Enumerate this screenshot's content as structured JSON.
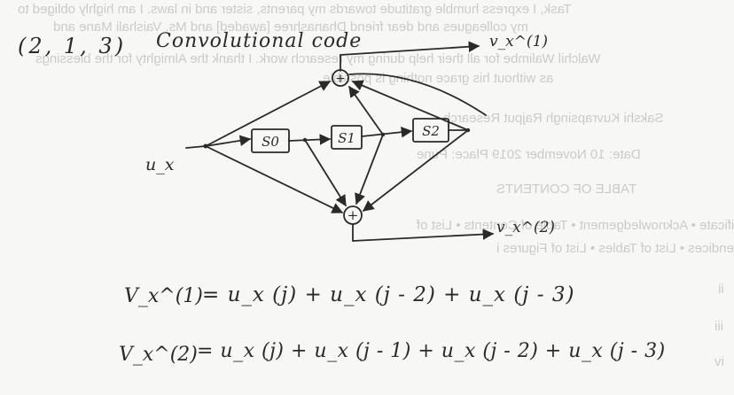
{
  "heading": {
    "code_params": "(2, 1, 3)",
    "code_name": "Convolutional code"
  },
  "diagram": {
    "input_label": "u_x",
    "registers": [
      "S0",
      "S1",
      "S2"
    ],
    "output_1_label": "v_x^(1)",
    "output_2_label": "v_x^(2)",
    "adder_symbol": "+"
  },
  "equations": [
    {
      "lhs": "V_x^(1)",
      "rhs": "= u_x (j) + u_x (j - 2) + u_x (j - 3)"
    },
    {
      "lhs": "V_x^(2)",
      "rhs": "= u_x (j) + u_x (j - 1) + u_x (j - 2) + u_x (j - 3)"
    }
  ],
  "bleed_through": [
    "Task, I express humble gratitude towards my parents, sister and in laws. I am highly obliged to",
    "my colleagues and dear friend Dhanashree [awaded] and Ms. Vaishali Mane and",
    "Walchil Walimbe for all their help during my research work. I thank the Almighty for the blessings",
    "as without his grace nothing is possible.",
    "Sakshi Kuvrapsingh Rajput Research",
    "Date: 10 November 2019 Place: Pune",
    "TABLE OF CONTENTS",
    "Item Page No. • Declaration • Certificate • Acknowledgement • Table of Contents • List of",
    "Appendices • List of Tables • List of Figures i",
    "ii",
    "iii",
    "iv"
  ]
}
